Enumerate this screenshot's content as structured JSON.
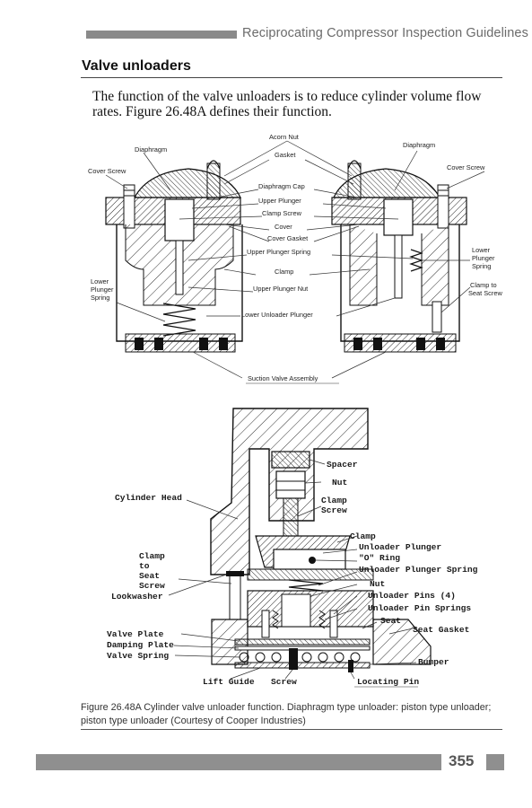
{
  "header": {
    "title": "Reciprocating Compressor Inspection Guidelines"
  },
  "section": {
    "title": "Valve unloaders"
  },
  "body": {
    "text": "The function of the valve unloaders is to reduce cylinder volume flow rates. Figure 26.48A defines their function."
  },
  "figure_top": {
    "labels": {
      "acorn_nut": "Acorn Nut",
      "diaphragm_left": "Diaphragm",
      "diaphragm_right": "Diaphragm",
      "gasket": "Gasket",
      "cover_screw_left": "Cover Screw",
      "cover_screw_right": "Cover Screw",
      "diaphragm_cap": "Diaphragm Cap",
      "upper_plunger": "Upper Plunger",
      "clamp_screw": "Clamp Screw",
      "cover": "Cover",
      "cover_gasket": "Cover Gasket",
      "upper_plunger_spring": "Upper Plunger Spring",
      "clamp": "Clamp",
      "upper_plunger_nut": "Upper Plunger Nut",
      "lower_unloader_plunger": "Lower Unloader Plunger",
      "lower_plunger_spring_left_1": "Lower",
      "lower_plunger_spring_left_2": "Plunger",
      "lower_plunger_spring_left_3": "Spring",
      "lower_plunger_spring_right_1": "Lower",
      "lower_plunger_spring_right_2": "Plunger",
      "lower_plunger_spring_right_3": "Spring",
      "clamp_to_seat_1": "Clamp to",
      "clamp_to_seat_2": "Seat Screw",
      "suction_valve_assembly": "Suction Valve Assembly"
    }
  },
  "figure_bottom": {
    "labels": {
      "spacer": "Spacer",
      "nut_top": "Nut",
      "clamp_screw_1": "Clamp",
      "clamp_screw_2": "Screw",
      "cylinder_head": "Cylinder Head",
      "clamp": "Clamp",
      "unloader_plunger": "Unloader Plunger",
      "o_ring": "\"O\" Ring",
      "unloader_plunger_spring": "Unloader Plunger Spring",
      "clamp_to_seat_1": "Clamp",
      "clamp_to_seat_2": "to",
      "clamp_to_seat_3": "Seat",
      "clamp_to_seat_4": "Screw",
      "nut": "Nut",
      "lookwasher": "Lookwasher",
      "unloader_pins": "Unloader Pins (4)",
      "unloader_pin_springs": "Unloader Pin Springs",
      "seat": "Seat",
      "seat_gasket": "Seat Gasket",
      "valve_plate": "Valve Plate",
      "damping_plate": "Damping Plate",
      "valve_spring": "Valve Spring",
      "bumper": "Bumper",
      "lift_guide": "Lift Guide",
      "screw": "Screw",
      "locating_pin": "Locating Pin"
    }
  },
  "caption": {
    "text": "Figure 26.48A Cylinder valve unloader function. Diaphragm type unloader: piston type unloader; piston type unloader (Courtesy of Cooper Industries)"
  },
  "footer": {
    "page_number": "355"
  }
}
